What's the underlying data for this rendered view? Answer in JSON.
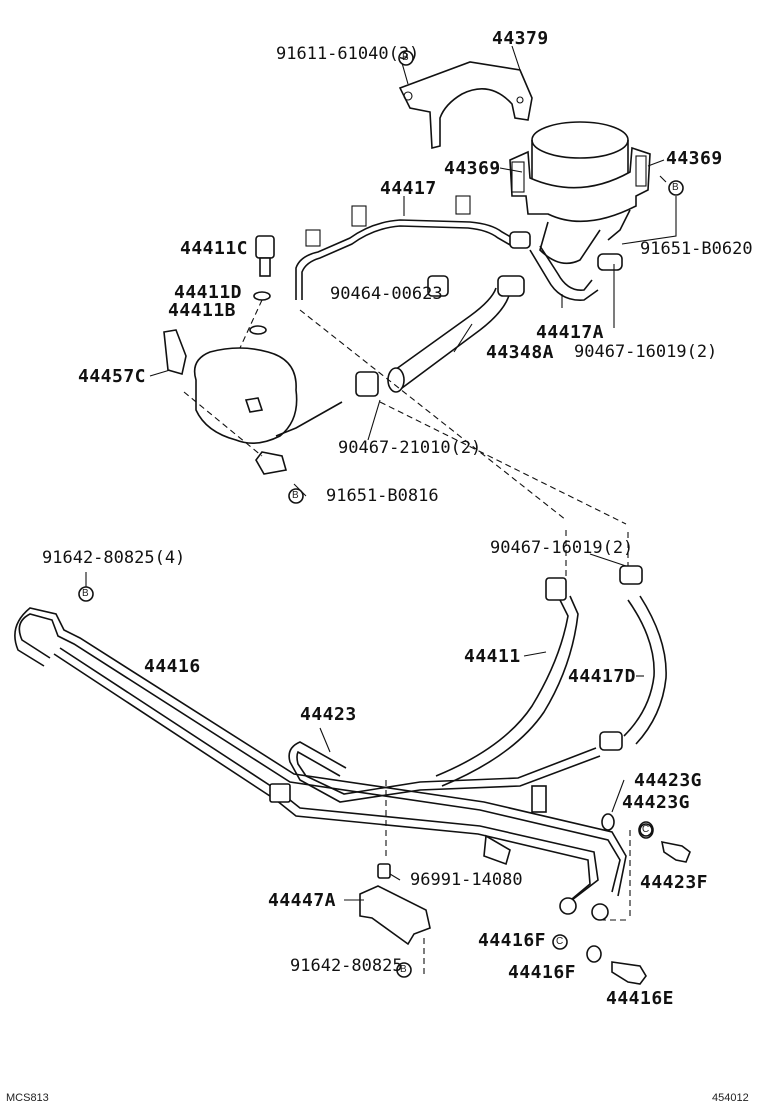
{
  "labels": {
    "p44379": "44379",
    "p91611": "91611-61040(3)",
    "p44369l": "44369",
    "p44369r": "44369",
    "p44417": "44417",
    "p91651a": "91651-B0620",
    "p44411c": "44411C",
    "p44411d": "44411D",
    "p44411b": "44411B",
    "p90464": "90464-00623",
    "p44417a": "44417A",
    "p44348a": "44348A",
    "p90467a": "90467-16019(2)",
    "p44457c": "44457C",
    "p90467b": "90467-21010(2)",
    "p91651b": "91651-B0816",
    "p91642a": "91642-80825(4)",
    "p90467c": "90467-16019(2)",
    "p44416": "44416",
    "p44411": "44411",
    "p44417d": "44417D",
    "p44423": "44423",
    "p44423g1": "44423G",
    "p44423g2": "44423G",
    "p96991": "96991-14080",
    "p44423f": "44423F",
    "p44447a": "44447A",
    "p44416f1": "44416F",
    "p91642b": "91642-80825",
    "p44416f2": "44416F",
    "p44416e": "44416E"
  },
  "codes": {
    "left": "MCS813",
    "right": "454012"
  },
  "markers": {
    "b": "B",
    "c": "C"
  }
}
